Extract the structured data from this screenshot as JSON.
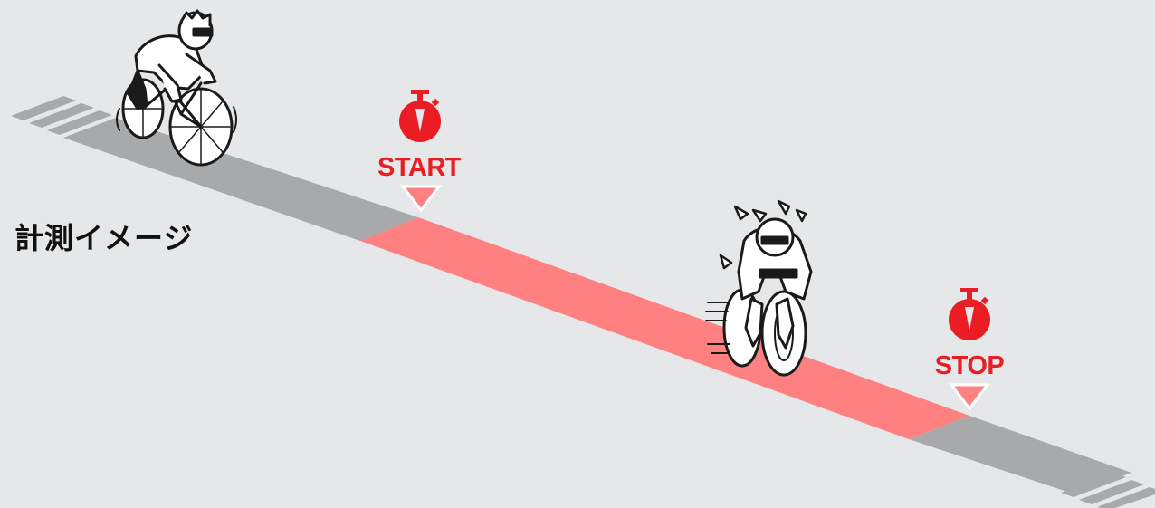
{
  "caption": "計測イメージ",
  "start_marker": {
    "label": "START",
    "icon": "stopwatch-icon"
  },
  "stop_marker": {
    "label": "STOP",
    "icon": "stopwatch-icon"
  },
  "colors": {
    "background": "#e6e7e8",
    "track": "#a7a9ab",
    "measured_section": "#ff8080",
    "marker": "#ea1d25",
    "rider": "#1a1a1a"
  }
}
